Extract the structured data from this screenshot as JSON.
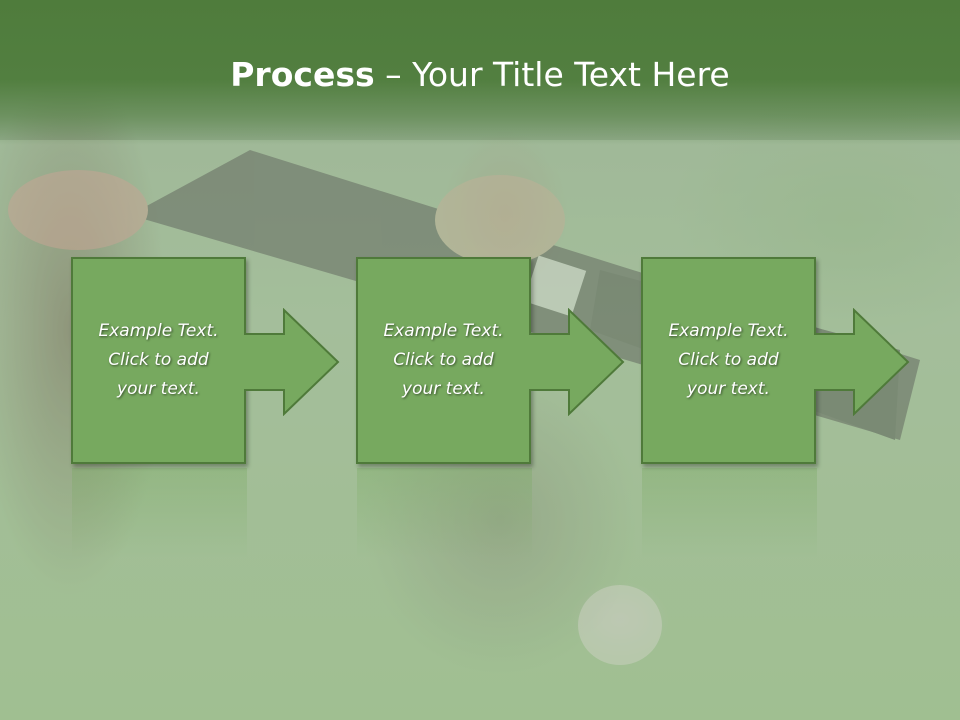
{
  "slide": {
    "title_bold": "Process",
    "title_rest": " – Your Title Text Here"
  },
  "steps": [
    {
      "line1": "Example Text.",
      "line2": "Click  to add",
      "line3": "your text."
    },
    {
      "line1": "Example Text.",
      "line2": "Click  to add",
      "line3": "your text."
    },
    {
      "line1": "Example Text.",
      "line2": "Click  to add",
      "line3": "your text."
    }
  ],
  "colors": {
    "header": "#527f40",
    "box_fill": "#77a95f",
    "box_border": "#4f7a3a",
    "text": "#ffffff"
  },
  "background": {
    "subject": "hand holding electronic cigarette, blurred green background"
  }
}
